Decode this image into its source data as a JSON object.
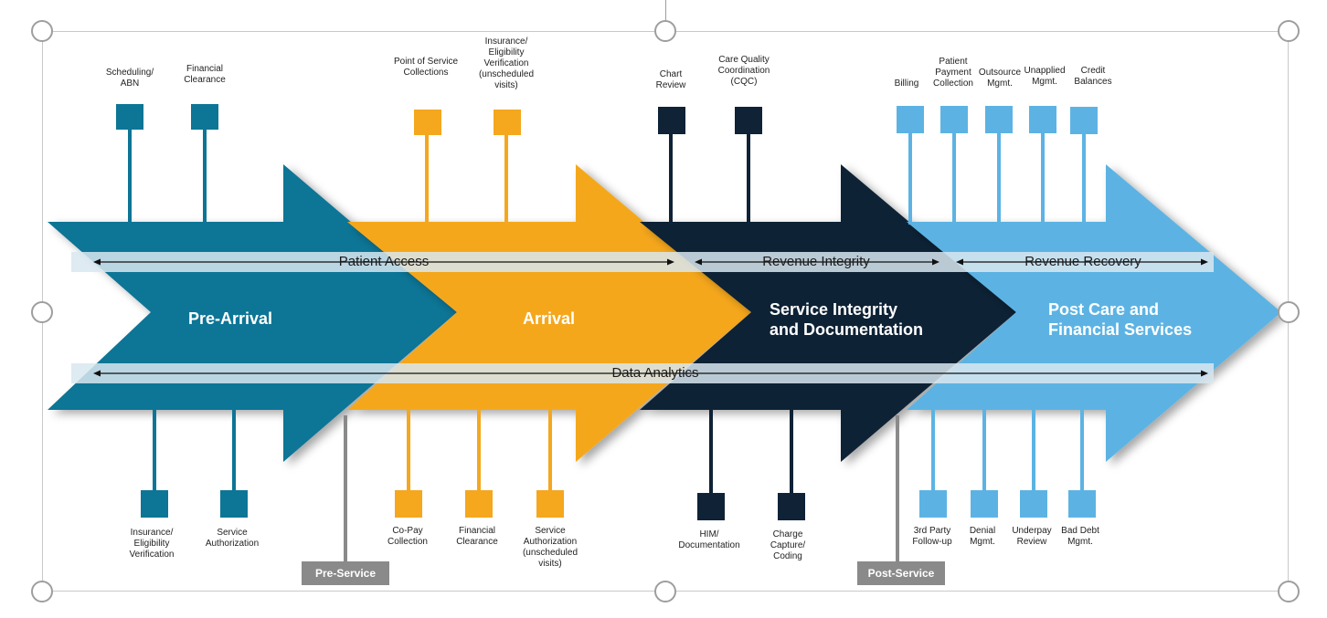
{
  "stages": [
    {
      "title": "Pre-Arrival",
      "color": "#0d7596"
    },
    {
      "title": "Arrival",
      "color": "#f5a71e"
    },
    {
      "title": "Service Integrity\nand Documentation",
      "color": "#0f2236"
    },
    {
      "title": "Post Care and\nFinancial Services",
      "color": "#5cb3e3"
    }
  ],
  "bands": {
    "top": [
      {
        "label": "Patient Access"
      },
      {
        "label": "Revenue Integrity"
      },
      {
        "label": "Revenue Recovery"
      }
    ],
    "bottom": [
      {
        "label": "Data Analytics"
      }
    ]
  },
  "top_items": [
    {
      "label": "Scheduling/\nABN",
      "stage": 0
    },
    {
      "label": "Financial\nClearance",
      "stage": 0
    },
    {
      "label": "Point of Service\nCollections",
      "stage": 1
    },
    {
      "label": "Insurance/\nEligibility\nVerification\n(unscheduled\nvisits)",
      "stage": 1
    },
    {
      "label": "Chart\nReview",
      "stage": 2
    },
    {
      "label": "Care Quality\nCoordination\n(CQC)",
      "stage": 2
    },
    {
      "label": "Billing",
      "stage": 3
    },
    {
      "label": "Patient\nPayment\nCollection",
      "stage": 3
    },
    {
      "label": "Outsource\nMgmt.",
      "stage": 3
    },
    {
      "label": "Unapplied\nMgmt.",
      "stage": 3
    },
    {
      "label": "Credit\nBalances",
      "stage": 3
    }
  ],
  "bottom_items": [
    {
      "label": "Insurance/\nEligibility\nVerification",
      "stage": 0
    },
    {
      "label": "Service\nAuthorization",
      "stage": 0
    },
    {
      "label": "Co-Pay\nCollection",
      "stage": 1
    },
    {
      "label": "Financial\nClearance",
      "stage": 1
    },
    {
      "label": "Service\nAuthorization\n(unscheduled\nvisits)",
      "stage": 1
    },
    {
      "label": "HIM/\nDocumentation",
      "stage": 2
    },
    {
      "label": "Charge\nCapture/\nCoding",
      "stage": 2
    },
    {
      "label": "3rd Party\nFollow-up",
      "stage": 3
    },
    {
      "label": "Denial\nMgmt.",
      "stage": 3
    },
    {
      "label": "Underpay\nReview",
      "stage": 3
    },
    {
      "label": "Bad Debt\nMgmt.",
      "stage": 3
    }
  ],
  "tags": [
    {
      "label": "Pre-Service"
    },
    {
      "label": "Post-Service"
    }
  ],
  "band_color": "#d9e8f0",
  "tag_color": "#8a8a8a"
}
